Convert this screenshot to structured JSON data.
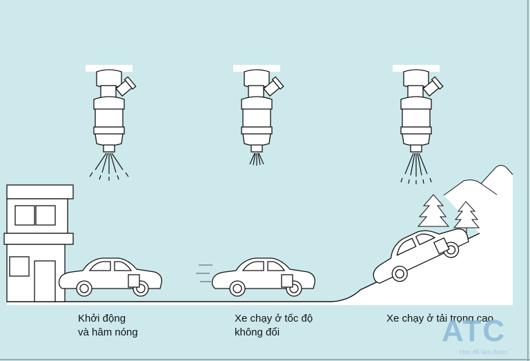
{
  "captions": {
    "start": [
      "Khởi động",
      "và hâm nóng"
    ],
    "steady": [
      "Xe chạy ở tốc độ",
      "không đổi"
    ],
    "load": "Xe chạy ở tải trọng cao"
  },
  "logo": {
    "mark": "ATC",
    "slogan": "Học để làm được"
  },
  "colors": {
    "background": "#cde9ec",
    "ground": "#ffffff",
    "logo": "#8db8d8"
  },
  "scenes": [
    {
      "name": "warm-up",
      "spray": "wide"
    },
    {
      "name": "steady-speed",
      "spray": "narrow"
    },
    {
      "name": "high-load",
      "spray": "long"
    }
  ]
}
